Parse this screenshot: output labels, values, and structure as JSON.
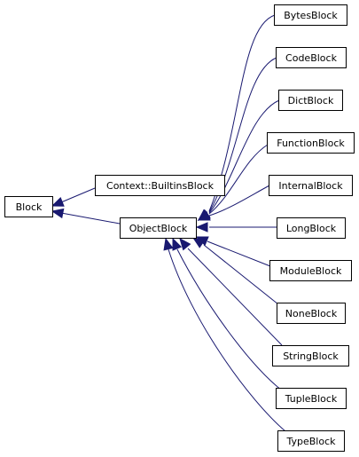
{
  "diagram": {
    "style": {
      "edge_color": "#191970",
      "box_border": "#000000",
      "box_fill": "#ffffff"
    },
    "nodes": [
      {
        "id": "block",
        "label": "Block"
      },
      {
        "id": "context_builtins",
        "label": "Context::BuiltinsBlock"
      },
      {
        "id": "object",
        "label": "ObjectBlock"
      },
      {
        "id": "bytes",
        "label": "BytesBlock"
      },
      {
        "id": "code",
        "label": "CodeBlock"
      },
      {
        "id": "dict",
        "label": "DictBlock"
      },
      {
        "id": "function",
        "label": "FunctionBlock"
      },
      {
        "id": "internal",
        "label": "InternalBlock"
      },
      {
        "id": "long",
        "label": "LongBlock"
      },
      {
        "id": "module",
        "label": "ModuleBlock"
      },
      {
        "id": "none",
        "label": "NoneBlock"
      },
      {
        "id": "string",
        "label": "StringBlock"
      },
      {
        "id": "tuple",
        "label": "TupleBlock"
      },
      {
        "id": "type",
        "label": "TypeBlock"
      }
    ],
    "edges": [
      {
        "from": "context_builtins",
        "to": "block"
      },
      {
        "from": "object",
        "to": "block"
      },
      {
        "from": "bytes",
        "to": "object"
      },
      {
        "from": "code",
        "to": "object"
      },
      {
        "from": "dict",
        "to": "object"
      },
      {
        "from": "function",
        "to": "object"
      },
      {
        "from": "internal",
        "to": "object"
      },
      {
        "from": "long",
        "to": "object"
      },
      {
        "from": "module",
        "to": "object"
      },
      {
        "from": "none",
        "to": "object"
      },
      {
        "from": "string",
        "to": "object"
      },
      {
        "from": "tuple",
        "to": "object"
      },
      {
        "from": "type",
        "to": "object"
      }
    ]
  }
}
